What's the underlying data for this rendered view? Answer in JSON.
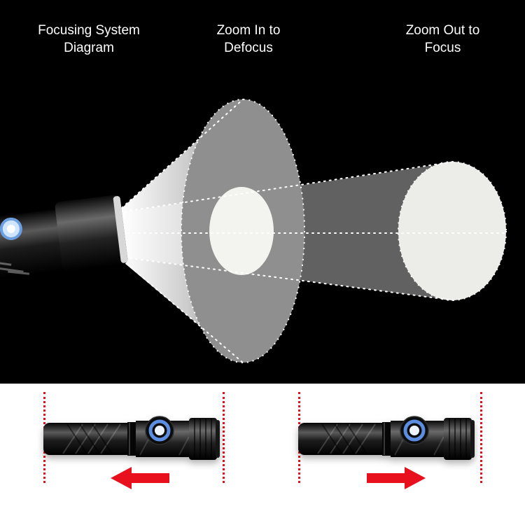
{
  "headings": {
    "focusing_system": "Focusing System\nDiagram",
    "zoom_in": "Zoom In to\nDefocus",
    "zoom_out": "Zoom Out to\nFocus"
  },
  "colors": {
    "background_top": "#000000",
    "background_bottom": "#ffffff",
    "heading_text": "#ffffff",
    "beam_gray": "#8f8f8f",
    "beam_hotspot": "#f3f3ef",
    "focused_beam": "#ecece8",
    "arrow_red": "#e8101c",
    "guide_red": "#e8101c",
    "button_blue": "#5b8de0"
  },
  "icons": {
    "zoom_in_arrow": "arrow-left-icon",
    "zoom_out_arrow": "arrow-right-icon",
    "flashlight_switch": "glow-button-icon"
  }
}
